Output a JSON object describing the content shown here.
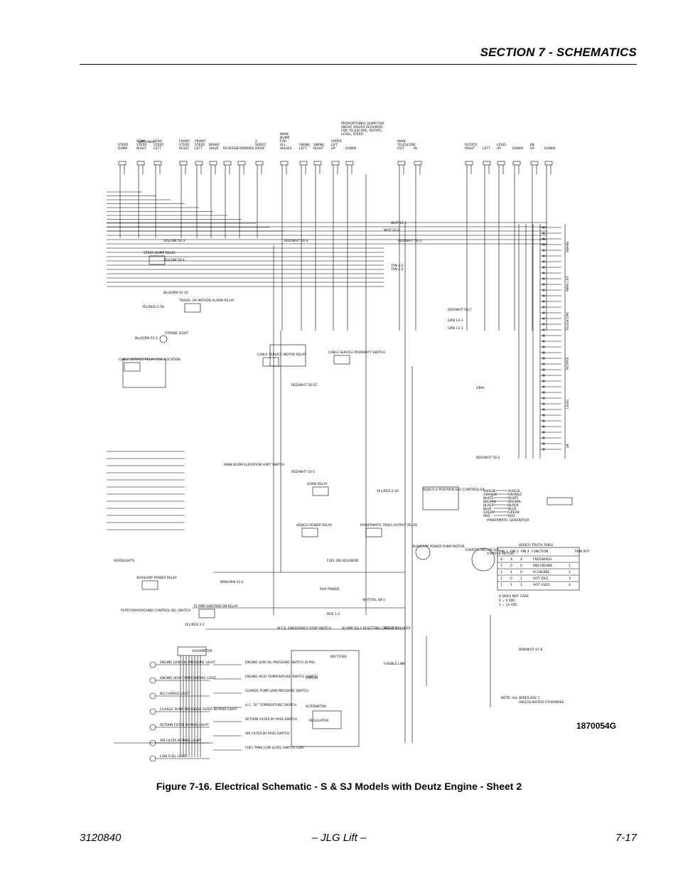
{
  "header": {
    "section_title": "SECTION 7 - SCHEMATICS"
  },
  "figure": {
    "drawing_number": "1870054G",
    "caption": "Figure 7-16.  Electrical Schematic - S & SJ Models with Deutz Engine - Sheet 2"
  },
  "schematic_labels": {
    "top_valves": [
      "STEER DUMP",
      "REAR STEER RIGHT",
      "REAR STEER LEFT",
      "FRONT STEER RIGHT",
      "FRONT STEER LEFT",
      "BRAKE VALVE",
      "REVERSE",
      "FORWARD",
      "2 SPEED DRIVE",
      "MAIN DUMP FOR ALL VALVES",
      "SWING LEFT",
      "SWING RIGHT",
      "UPPER LIFT UP",
      "DOWN",
      "MAIN TELESCOPE OUT",
      "IN",
      "ROTATE RIGHT",
      "LEFT",
      "LEVEL UP",
      "DOWN",
      "JIB UP",
      "DOWN"
    ],
    "prop_dump_note": "PROPORTIONAL DUMP FOR ABOVE VALVES REQUIRED FOR TELESCOPE, ROTATE, LEVEL, STEER",
    "optional_label": "OPTIONAL",
    "relays": [
      "STEER DUMP RELAY",
      "TRAVEL OR MOTION ALARM RELAY",
      "CABLE SERVICE RELAY COIL LOCATION",
      "CABLE SERVICE MOTOR RELAY",
      "CABLE SERVICE PROXIMITY SWITCH",
      "HORN RELAY",
      "ADDCO POWER RELAY",
      "POWERMATIC PROG OUTPUT RELAY",
      "AUXILIARY POWER RELAY",
      "75 AMP IGNITION ON RELAY"
    ],
    "components": [
      "STROBE LIGHT",
      "MAIN BOOM ELEVATION LIMIT SWITCH",
      "ADDCO 4 POSITION SGC CONTROLLER",
      "POWERMATIC GENERATOR",
      "AUXILIARY POWER PUMP MOTOR",
      "STARTER MOTOR SOL",
      "STARTER MOTOR",
      "FUEL ON SOLENOID",
      "AUX POWER",
      "M.T.D. EMERGENCY STOP SWITCH",
      "30 AMP SELF RESETTING CIRCUIT BREAKER",
      "FUSIBLE LINK",
      "RECTIFIER",
      "STATOR",
      "ALTERNATOR",
      "REGULATOR",
      "HOURMETER",
      "HEADLIGHTS",
      "PLATFORM/GROUND CONTROL SEL SWITCH"
    ],
    "engine_lights": [
      "ENGINE LOW OIL PRESSURE LIGHT",
      "ENGINE HIGH TEMPERATURE LIGHT",
      "NO CHARGE LIGHT",
      "CHARGE PUMP PRESSURE FILTER BY-PASS LIGHT",
      "RETURN FILTER BY-PASS LIGHT",
      "AIR FILTER BY-PASS LIGHT",
      "LOW FUEL LIGHT"
    ],
    "engine_switches": [
      "ENGINE LOW OIL PRESSURE SWITCH (8 PSI)",
      "ENGINE HIGH TEMPERATURE SWITCH (248°F)",
      "CHARGE PUMP LOW PRESSURE SWITCH",
      "H.C. 70° TEMPERATURE SWITCH",
      "RETURN FILTER BY PASS SWITCH",
      "AIR FILTER BY PASS SWITCH",
      "FUEL TANK LOW LEVEL SWITCH (1/8)"
    ],
    "right_groups": [
      "SWING",
      "MAIN LIFT",
      "TELESCOPE",
      "ROTATE",
      "LEVEL",
      "JIB"
    ],
    "wires": [
      "YELLOW 50-3",
      "YELLOW 50-1",
      "RED/WHT 50-4",
      "RED/WHT 50-3",
      "WHT 21-2",
      "WHT 22-2",
      "TAN 4-2",
      "TAN 3-2",
      "RED/WHT 50-7",
      "GRN 14-3",
      "GRN 13-1",
      "BLU/GRN 52-1",
      "BLU/GRN 52-10",
      "RED/WHT 50-15",
      "YEL/RED 2-50",
      "GRAY",
      "RED/WHT 50-2",
      "RED/WHT 50-5",
      "YEL/RED 2-30",
      "RED 1-1",
      "WHT/YEL 48-1",
      "BRN/WHT 47-8",
      "BRN/ORN 53-2",
      "YEL/RED 2-1",
      "RED 1-2"
    ],
    "jib_harness_colors": [
      "SHIELD",
      "ORANGE",
      "WHITE",
      "BROWN",
      "BLACK",
      "BLUE",
      "GREEN",
      "RED"
    ],
    "truth_table": {
      "title": "ADDCO TRUTH TABLE",
      "headers": [
        "PIN 1",
        "PIN 2",
        "PIN 4",
        "FUNCTION",
        "TRIM POT"
      ],
      "rows": [
        [
          "0",
          "X",
          "X",
          "FREEWHEEL",
          ""
        ],
        [
          "1",
          "0",
          "0",
          "MID ENGINE",
          "1"
        ],
        [
          "1",
          "1",
          "0",
          "HI ENGINE",
          "2"
        ],
        [
          "1",
          "0",
          "1",
          "HOT IDLE",
          "3"
        ],
        [
          "1",
          "1",
          "1",
          "HOT USED",
          "4"
        ]
      ],
      "notes": [
        "X DOES NOT CARE",
        "0 = 0 VDC",
        "1 = 12 VDC"
      ]
    },
    "note": "NOTE:  ALL WIRES ARE 1.0 UNLESS NOTED OTHERWISE."
  },
  "footer": {
    "doc_number": "3120840",
    "center": "– JLG Lift –",
    "page": "7-17"
  }
}
